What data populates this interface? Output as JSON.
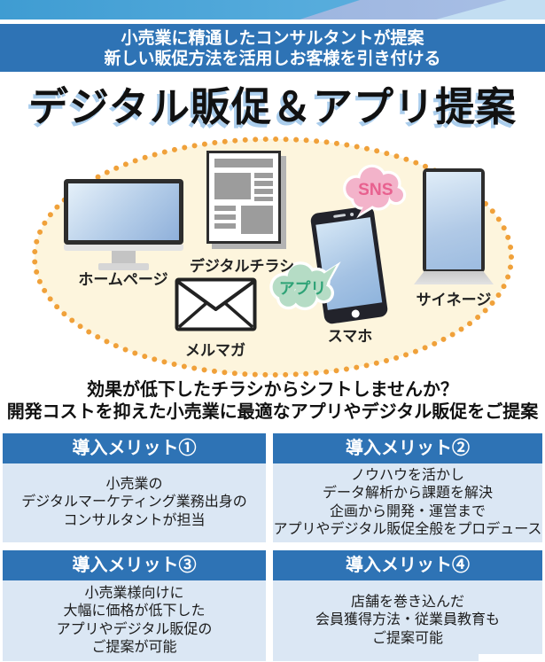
{
  "banner": {
    "line1": "小売業に精通したコンサルタントが提案",
    "line2": "新しい販促方法を活用しお客様を引き付ける"
  },
  "title": "デジタル販促＆アプリ提案",
  "diagram": {
    "labels": {
      "homepage": "ホームページ",
      "flyer": "デジタルチラシ",
      "mailmag": "メルマガ",
      "phone": "スマホ",
      "signage": "サイネージ"
    },
    "bubbles": {
      "sns": "SNS",
      "app": "アプリ"
    }
  },
  "lead": {
    "line1": "効果が低下したチラシからシフトしませんか？",
    "line2": "開発コストを抑えた小売業に最適なアプリやデジタル販促をご提案"
  },
  "merits": [
    {
      "title": "導入メリット①",
      "lines": [
        "小売業の",
        "デジタルマーケティング業務出身の",
        "コンサルタントが担当"
      ]
    },
    {
      "title": "導入メリット②",
      "lines": [
        "ノウハウを活かし",
        "データ解析から課題を解決",
        "企画から開発・運営まで",
        "アプリやデジタル販促全般をプロデュース"
      ]
    },
    {
      "title": "導入メリット③",
      "lines": [
        "小売業様向けに",
        "大幅に価格が低下した",
        "アプリやデジタル販促の",
        "ご提案が可能"
      ]
    },
    {
      "title": "導入メリット④",
      "lines": [
        "店舗を巻き込んだ",
        "会員獲得方法・従業員教育も",
        "ご提案可能"
      ]
    }
  ],
  "colors": {
    "top_band_blue": "#4aa4d8",
    "top_band_periwinkle": "#9fb8e1",
    "top_band_light": "#c3def2",
    "banner_blue": "#2e73b5",
    "title_shadow_blue": "#aacdec",
    "ellipse_fill": "#fdf5dd",
    "dot_orange": "#f0a13a",
    "merit_header_blue": "#2e73b5",
    "merit_body_blue": "#dbe7f4",
    "sns_bubble_pink": "#f3b3ca",
    "sns_text_pink": "#e8618f",
    "app_bubble_green": "#b5dcc5",
    "app_text_green": "#2fa377"
  }
}
